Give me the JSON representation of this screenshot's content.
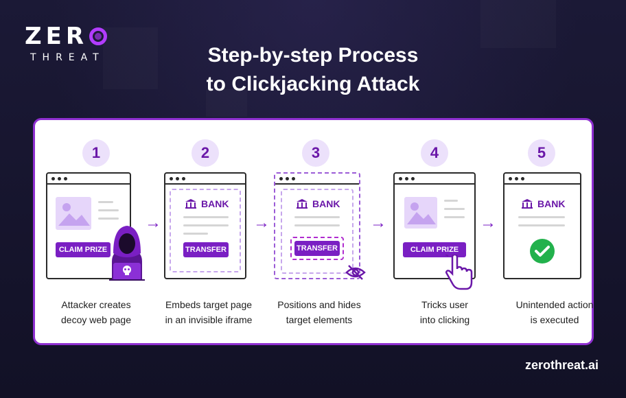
{
  "logo": {
    "main": "ZER",
    "sub": "THREAT"
  },
  "title_line1": "Step-by-step Process",
  "title_line2": "to Clickjacking Attack",
  "steps": [
    {
      "number": "1",
      "button": "CLAIM PRIZE",
      "caption_line1": "Attacker creates",
      "caption_line2": "decoy web page"
    },
    {
      "number": "2",
      "bank": "BANK",
      "button": "TRANSFER",
      "caption_line1": "Embeds target page",
      "caption_line2": "in an invisible iframe"
    },
    {
      "number": "3",
      "bank": "BANK",
      "button": "TRANSFER",
      "caption_line1": "Positions and hides",
      "caption_line2": "target elements"
    },
    {
      "number": "4",
      "button": "CLAIM PRIZE",
      "caption_line1": "Tricks user",
      "caption_line2": "into clicking"
    },
    {
      "number": "5",
      "bank": "BANK",
      "caption_line1": "Unintended action",
      "caption_line2": "is executed"
    }
  ],
  "footer": "zerothreat.ai",
  "colors": {
    "accent": "#7a1fc3",
    "background": "#14132b",
    "success": "#22b14c"
  },
  "icons": [
    "image-icon",
    "hacker-icon",
    "skull-icon",
    "bank-icon",
    "eye-slash-icon",
    "hand-pointer-icon",
    "check-circle-icon",
    "arrow-right-icon"
  ]
}
